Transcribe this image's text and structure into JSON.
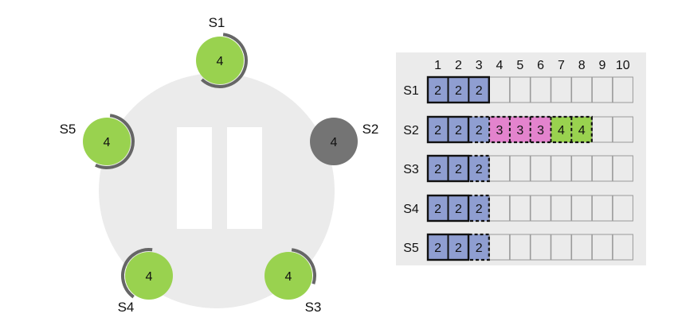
{
  "palette": {
    "ring_background": "#ebebeb",
    "pause_bars": "#ffffff",
    "follower_fill": "#99d24f",
    "crashed_fill": "#747474",
    "timer_arc": "#666666",
    "log_panel": "#ebebeb",
    "empty_slot": "#ebebeb",
    "empty_slot_border": "#9a9a9a",
    "term_colors": {
      "2": "#8f9ed1",
      "3": "#e383cd",
      "4": "#99d24f"
    }
  },
  "servers": [
    {
      "id": "S1",
      "name": "S1",
      "term": "4",
      "state": "follower",
      "timer_remaining": 0.6
    },
    {
      "id": "S2",
      "name": "S2",
      "term": "4",
      "state": "stopped",
      "timer_remaining": 0
    },
    {
      "id": "S3",
      "name": "S3",
      "term": "4",
      "state": "follower",
      "timer_remaining": 0.28
    },
    {
      "id": "S4",
      "name": "S4",
      "term": "4",
      "state": "follower",
      "timer_remaining": 0.42
    },
    {
      "id": "S5",
      "name": "S5",
      "term": "4",
      "state": "follower",
      "timer_remaining": 0.55
    }
  ],
  "log": {
    "indexes": [
      "1",
      "2",
      "3",
      "4",
      "5",
      "6",
      "7",
      "8",
      "9",
      "10"
    ],
    "rows": [
      {
        "server": "S1",
        "entries": [
          {
            "term": "2",
            "committed": true
          },
          {
            "term": "2",
            "committed": true
          },
          {
            "term": "2",
            "committed": true
          }
        ]
      },
      {
        "server": "S2",
        "entries": [
          {
            "term": "2",
            "committed": true
          },
          {
            "term": "2",
            "committed": true
          },
          {
            "term": "2",
            "committed": false
          },
          {
            "term": "3",
            "committed": false
          },
          {
            "term": "3",
            "committed": false
          },
          {
            "term": "3",
            "committed": false
          },
          {
            "term": "4",
            "committed": false
          },
          {
            "term": "4",
            "committed": false
          }
        ]
      },
      {
        "server": "S3",
        "entries": [
          {
            "term": "2",
            "committed": true
          },
          {
            "term": "2",
            "committed": true
          },
          {
            "term": "2",
            "committed": false
          }
        ]
      },
      {
        "server": "S4",
        "entries": [
          {
            "term": "2",
            "committed": true
          },
          {
            "term": "2",
            "committed": true
          },
          {
            "term": "2",
            "committed": false
          }
        ]
      },
      {
        "server": "S5",
        "entries": [
          {
            "term": "2",
            "committed": true
          },
          {
            "term": "2",
            "committed": true
          },
          {
            "term": "2",
            "committed": false
          }
        ]
      }
    ]
  }
}
